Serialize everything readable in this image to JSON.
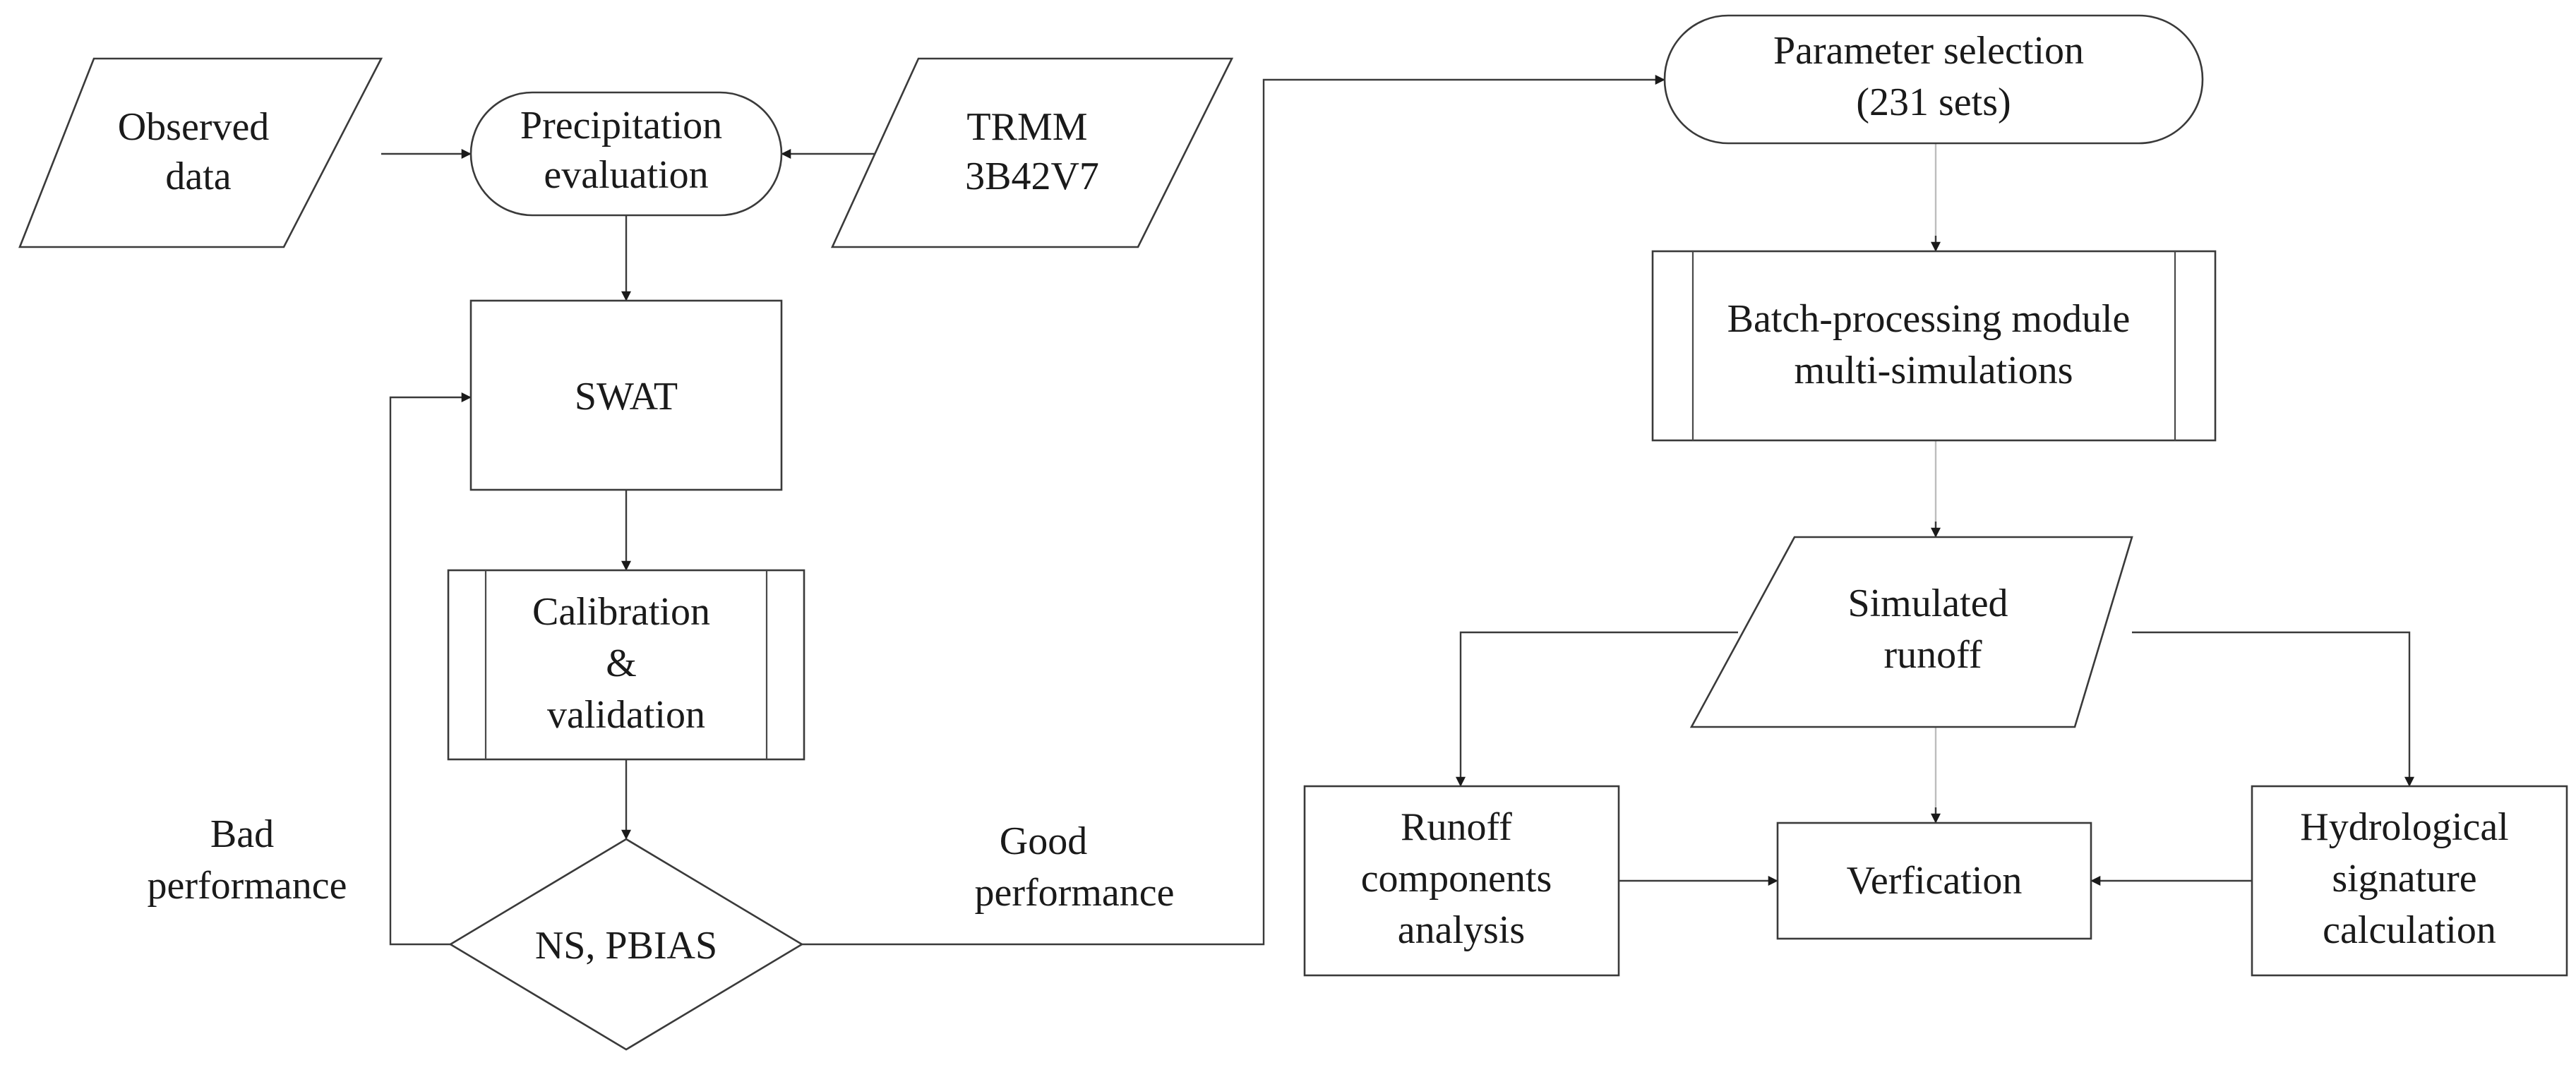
{
  "nodes": {
    "observed_data": {
      "lines": [
        "Observed",
        "data"
      ]
    },
    "precipitation_evaluation": {
      "lines": [
        "Precipitation",
        "evaluation"
      ]
    },
    "trmm": {
      "lines": [
        "TRMM",
        "3B42V7"
      ]
    },
    "swat": {
      "lines": [
        "SWAT"
      ]
    },
    "calibration_validation": {
      "lines": [
        "Calibration",
        "&",
        "validation"
      ]
    },
    "ns_pbias": {
      "lines": [
        "NS, PBIAS"
      ]
    },
    "parameter_selection": {
      "lines": [
        "Parameter selection",
        "(231 sets)"
      ]
    },
    "batch_processing": {
      "lines": [
        "Batch-processing module",
        "multi-simulations"
      ]
    },
    "simulated_runoff": {
      "lines": [
        "Simulated",
        "runoff"
      ]
    },
    "runoff_components": {
      "lines": [
        "Runoff",
        "components",
        "analysis"
      ]
    },
    "verification": {
      "lines": [
        "Verfication"
      ]
    },
    "hydrological_signature": {
      "lines": [
        "Hydrological",
        "signature",
        "calculation"
      ]
    }
  },
  "edge_labels": {
    "bad_performance": {
      "lines": [
        "Bad",
        "performance"
      ]
    },
    "good_performance": {
      "lines": [
        "Good",
        "performance"
      ]
    }
  }
}
